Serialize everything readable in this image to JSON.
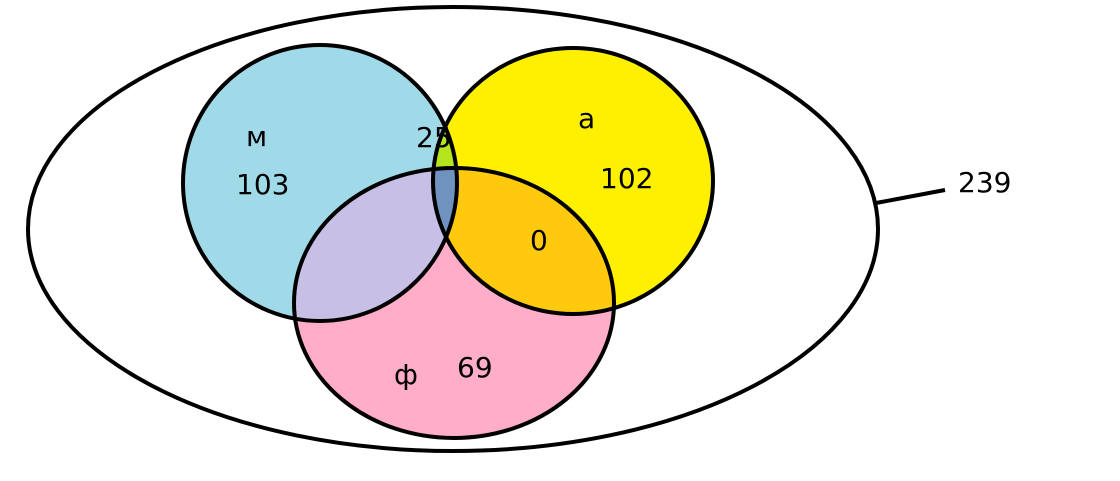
{
  "diagram": {
    "universe": {
      "value": "239",
      "fill": "#ffffff",
      "stroke": "#000000"
    },
    "sets": [
      {
        "id": "m",
        "label": "м",
        "only_value": "103",
        "fill": "#a0dae8"
      },
      {
        "id": "a",
        "label": "а",
        "only_value": "102",
        "fill": "#ffef00"
      },
      {
        "id": "f",
        "label": "ф",
        "only_value": "69",
        "fill": "#ffadc9"
      }
    ],
    "intersections": {
      "m_a": {
        "value": "25",
        "fill": "#b5e61d"
      },
      "a_f": {
        "value": "0",
        "fill": "#ffc90e"
      },
      "m_f": {
        "value": "",
        "fill": "#c8bfe7"
      },
      "m_a_f": {
        "value": "",
        "fill": "#7092be"
      }
    }
  }
}
